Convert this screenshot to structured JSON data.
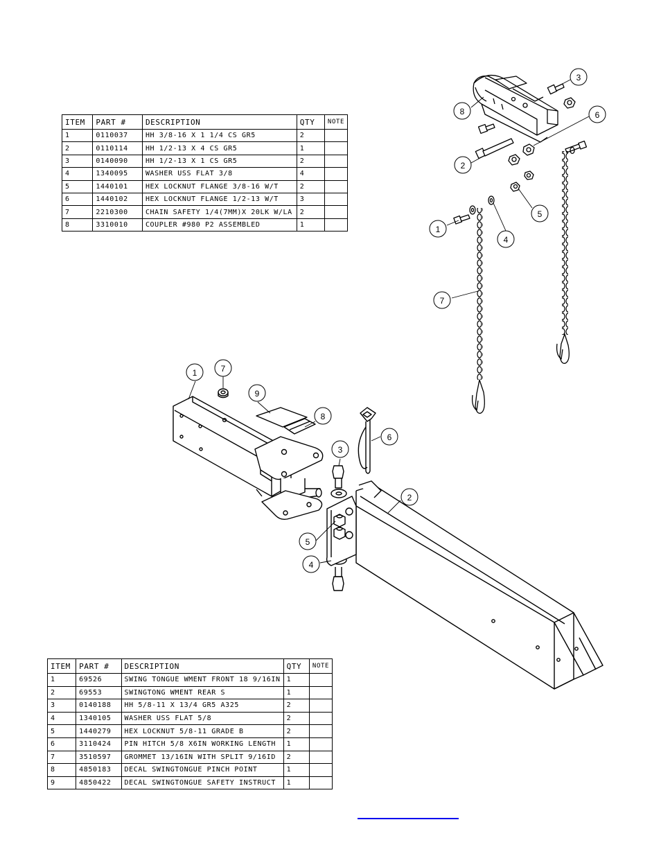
{
  "table_top": {
    "headers": [
      "ITEM",
      "PART #",
      "DESCRIPTION",
      "QTY",
      "NOTE"
    ],
    "rows": [
      [
        "1",
        "0110037",
        "HH 3/8-16 X 1 1/4 CS GR5",
        "2",
        ""
      ],
      [
        "2",
        "0110114",
        "HH 1/2-13 X 4 CS GR5",
        "1",
        ""
      ],
      [
        "3",
        "0140090",
        "HH 1/2-13 X 1 CS GR5",
        "2",
        ""
      ],
      [
        "4",
        "1340095",
        "WASHER USS FLAT 3/8",
        "4",
        ""
      ],
      [
        "5",
        "1440101",
        "HEX LOCKNUT FLANGE 3/8-16 W/T",
        "2",
        ""
      ],
      [
        "6",
        "1440102",
        "HEX LOCKNUT FLANGE 1/2-13 W/T",
        "3",
        ""
      ],
      [
        "7",
        "2210300",
        "CHAIN SAFETY 1/4(7MM)X 20LK W/LA",
        "2",
        ""
      ],
      [
        "8",
        "3310010",
        "COUPLER #980 P2 ASSEMBLED",
        "1",
        ""
      ]
    ]
  },
  "table_bottom": {
    "headers": [
      "ITEM",
      "PART #",
      "DESCRIPTION",
      "QTY",
      "NOTE"
    ],
    "rows": [
      [
        "1",
        "69526",
        "SWING TONGUE WMENT FRONT 18 9/16IN",
        "1",
        ""
      ],
      [
        "2",
        "69553",
        "SWINGTONG WMENT REAR S",
        "1",
        ""
      ],
      [
        "3",
        "0140188",
        "HH 5/8-11 X 13/4  GR5 A325",
        "2",
        ""
      ],
      [
        "4",
        "1340105",
        "WASHER USS FLAT 5/8",
        "2",
        ""
      ],
      [
        "5",
        "1440279",
        "HEX LOCKNUT 5/8-11 GRADE B",
        "2",
        ""
      ],
      [
        "6",
        "3110424",
        "PIN HITCH 5/8 X6IN WORKING LENGTH",
        "1",
        ""
      ],
      [
        "7",
        "3510597",
        "GROMMET 13/16IN  WITH SPLIT 9/16ID",
        "2",
        ""
      ],
      [
        "8",
        "4850183",
        "DECAL SWINGTONGUE PINCH POINT",
        "1",
        ""
      ],
      [
        "9",
        "4850422",
        "DECAL SWINGTONGUE SAFETY INSTRUCT",
        "1",
        ""
      ]
    ]
  },
  "callouts_top": [
    "3",
    "8",
    "6",
    "2",
    "5",
    "1",
    "4",
    "7"
  ],
  "callouts_bottom": [
    "1",
    "7",
    "9",
    "8",
    "6",
    "3",
    "2",
    "5",
    "4"
  ],
  "colors": {
    "line": "#000000",
    "link": "#0000ee"
  }
}
